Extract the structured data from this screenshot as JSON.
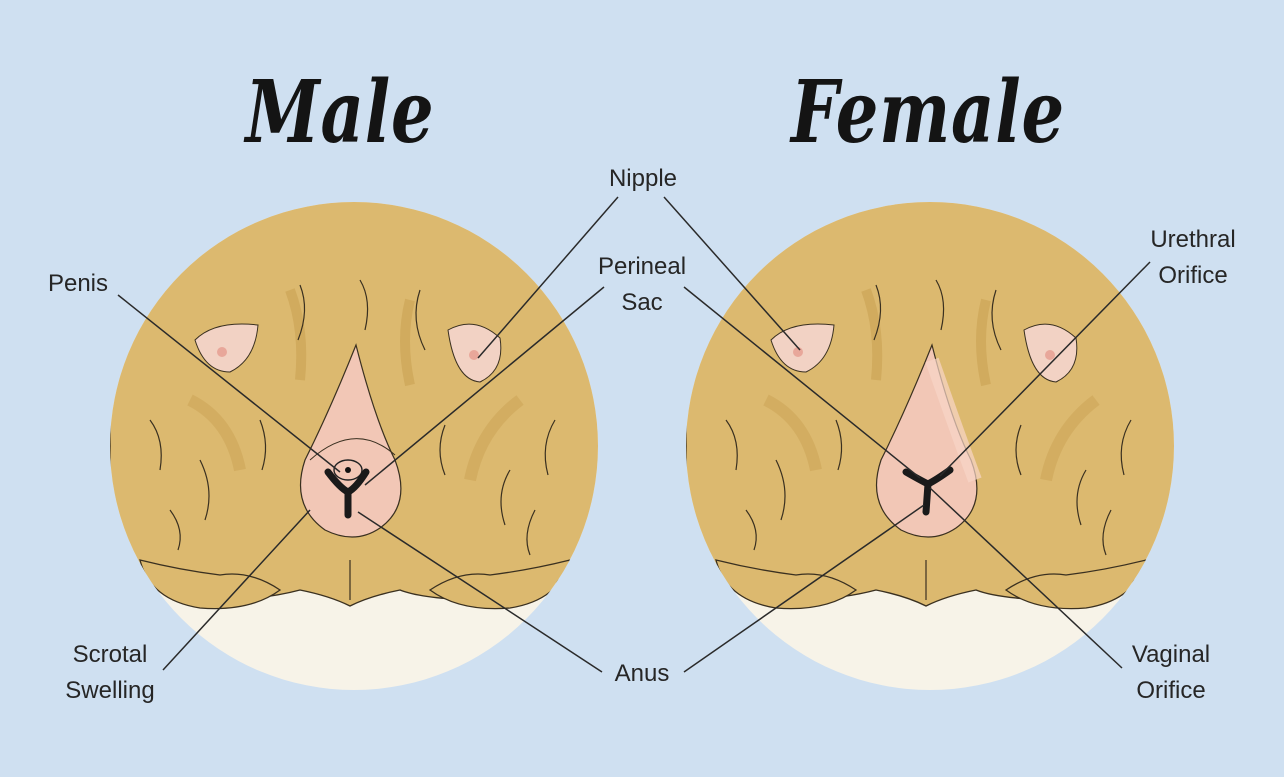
{
  "titles": {
    "male": "Male",
    "female": "Female"
  },
  "labels": {
    "nipple": "Nipple",
    "perineal_sac": [
      "Perineal",
      "Sac"
    ],
    "penis": "Penis",
    "scrotal_swelling": [
      "Scrotal",
      "Swelling"
    ],
    "anus": "Anus",
    "urethral_orifice": [
      "Urethral",
      "Orifice"
    ],
    "vaginal_orifice": [
      "Vaginal",
      "Orifice"
    ]
  },
  "colors": {
    "background": "#cfe0f1",
    "disc": "#f7f3e8",
    "fur": "#dcb96f",
    "fur_dark": "#c9a254",
    "skin": "#f2c7b6",
    "skin_light": "#f8d6c8",
    "line": "#2a2a2a"
  }
}
